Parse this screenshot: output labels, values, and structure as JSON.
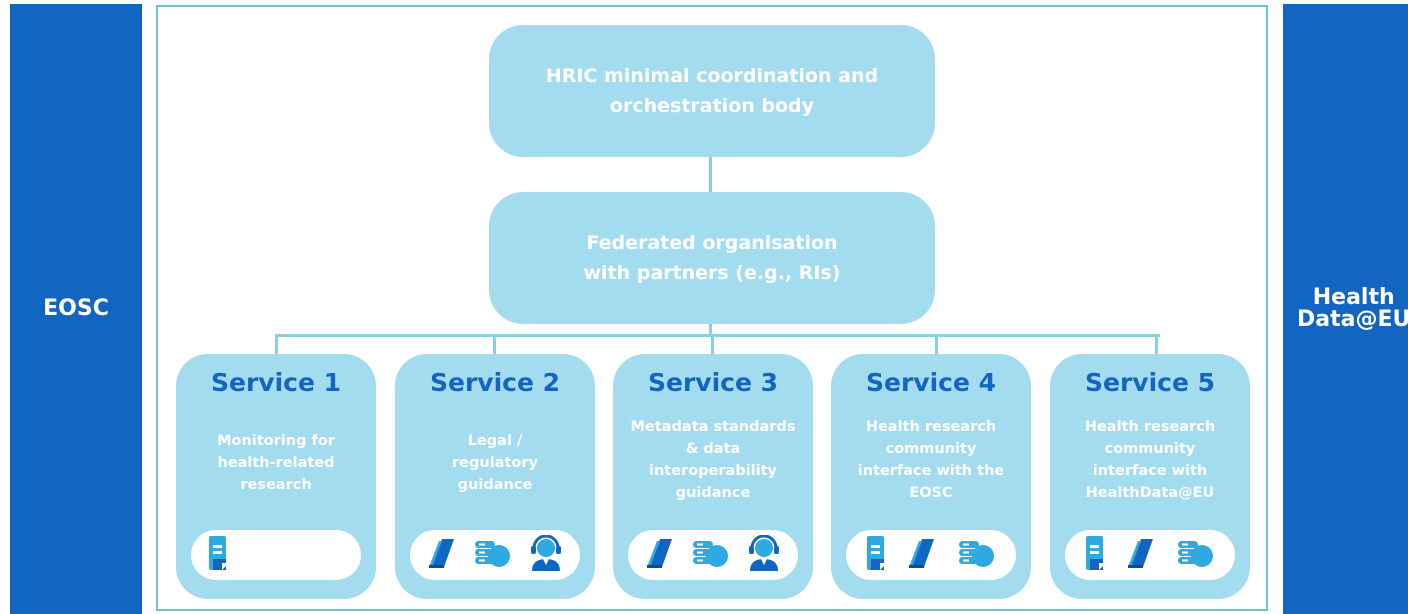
{
  "left_label": "EOSC",
  "right_label": [
    "Health",
    "Data@EU"
  ],
  "top_box": [
    "HRIC minimal coordination and",
    "orchestration body"
  ],
  "federated_box": [
    "Federated organisation",
    "with partners (e.g., RIs)"
  ],
  "services": [
    {
      "title": "Service 1",
      "desc": [
        "Monitoring for",
        "health-related",
        "research"
      ],
      "icons": [
        "document-icon"
      ]
    },
    {
      "title": "Service 2",
      "desc": [
        "Legal /",
        "regulatory",
        "guidance"
      ],
      "icons": [
        "book-icon",
        "cloud-database-icon",
        "support-agent-icon"
      ]
    },
    {
      "title": "Service 3",
      "desc": [
        "Metadata standards",
        "& data",
        "interoperability",
        "guidance"
      ],
      "icons": [
        "book-icon",
        "cloud-database-icon",
        "support-agent-icon"
      ]
    },
    {
      "title": "Service 4",
      "desc": [
        "Health research",
        "community",
        "interface with the",
        "EOSC"
      ],
      "icons": [
        "document-icon",
        "book-icon",
        "cloud-database-icon"
      ]
    },
    {
      "title": "Service 5",
      "desc": [
        "Health research",
        "community",
        "interface with",
        "HealthData@EU"
      ],
      "icons": [
        "document-icon",
        "book-icon",
        "cloud-database-icon"
      ]
    }
  ],
  "colors": {
    "dark_blue": "#1266c1",
    "light_blue": "#a3dcee",
    "connector": "#8ccfe3"
  }
}
